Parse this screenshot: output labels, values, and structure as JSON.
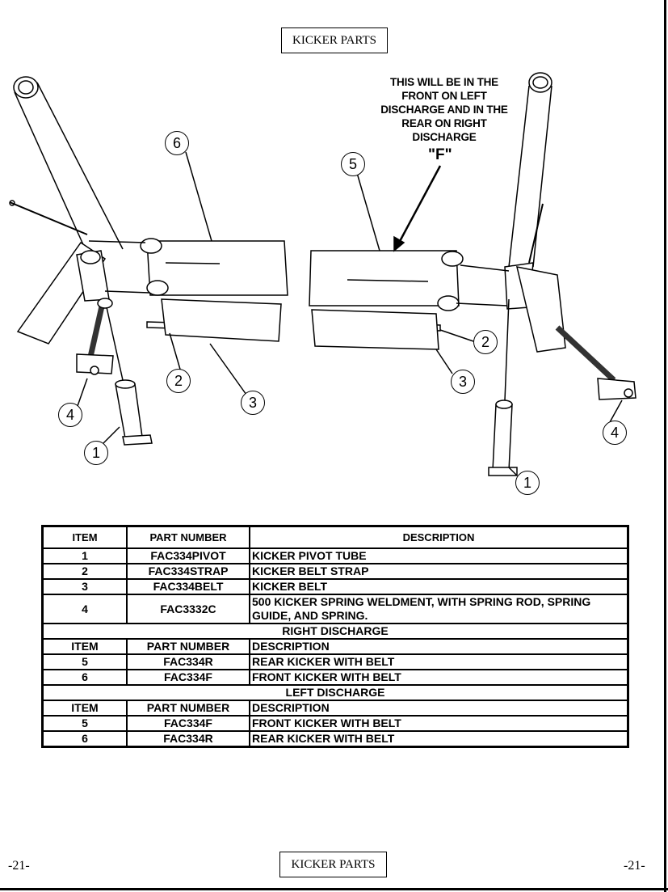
{
  "header": {
    "title": "KICKER PARTS"
  },
  "footer": {
    "title": "KICKER PARTS",
    "page_left": "-21-",
    "page_right": "-21-"
  },
  "diagram": {
    "note_lines": [
      "THIS WILL BE IN THE",
      "FRONT ON LEFT",
      "DISCHARGE AND IN THE",
      "REAR ON RIGHT",
      "DISCHARGE"
    ],
    "note_marker": "\"F\"",
    "callouts_left": [
      "6",
      "2",
      "3",
      "4",
      "1"
    ],
    "callouts_right": [
      "5",
      "2",
      "3",
      "4",
      "1"
    ]
  },
  "table": {
    "headers": [
      "ITEM",
      "PART NUMBER",
      "DESCRIPTION"
    ],
    "rows": [
      [
        "1",
        "FAC334PIVOT",
        "KICKER PIVOT TUBE"
      ],
      [
        "2",
        "FAC334STRAP",
        "KICKER BELT STRAP"
      ],
      [
        "3",
        "FAC334BELT",
        "KICKER BELT"
      ],
      [
        "4",
        "FAC3332C",
        "500 KICKER SPRING WELDMENT, WITH SPRING ROD, SPRING GUIDE, AND SPRING."
      ]
    ],
    "right_discharge": {
      "title": "RIGHT DISCHARGE",
      "headers": [
        "ITEM",
        "PART NUMBER",
        "DESCRIPTION"
      ],
      "rows": [
        [
          "5",
          "FAC334R",
          "REAR KICKER WITH BELT"
        ],
        [
          "6",
          "FAC334F",
          "FRONT KICKER WITH BELT"
        ]
      ]
    },
    "left_discharge": {
      "title": "LEFT DISCHARGE",
      "headers": [
        "ITEM",
        "PART NUMBER",
        "DESCRIPTION"
      ],
      "rows": [
        [
          "5",
          "FAC334F",
          "FRONT KICKER WITH BELT"
        ],
        [
          "6",
          "FAC334R",
          "REAR KICKER WITH BELT"
        ]
      ]
    }
  }
}
